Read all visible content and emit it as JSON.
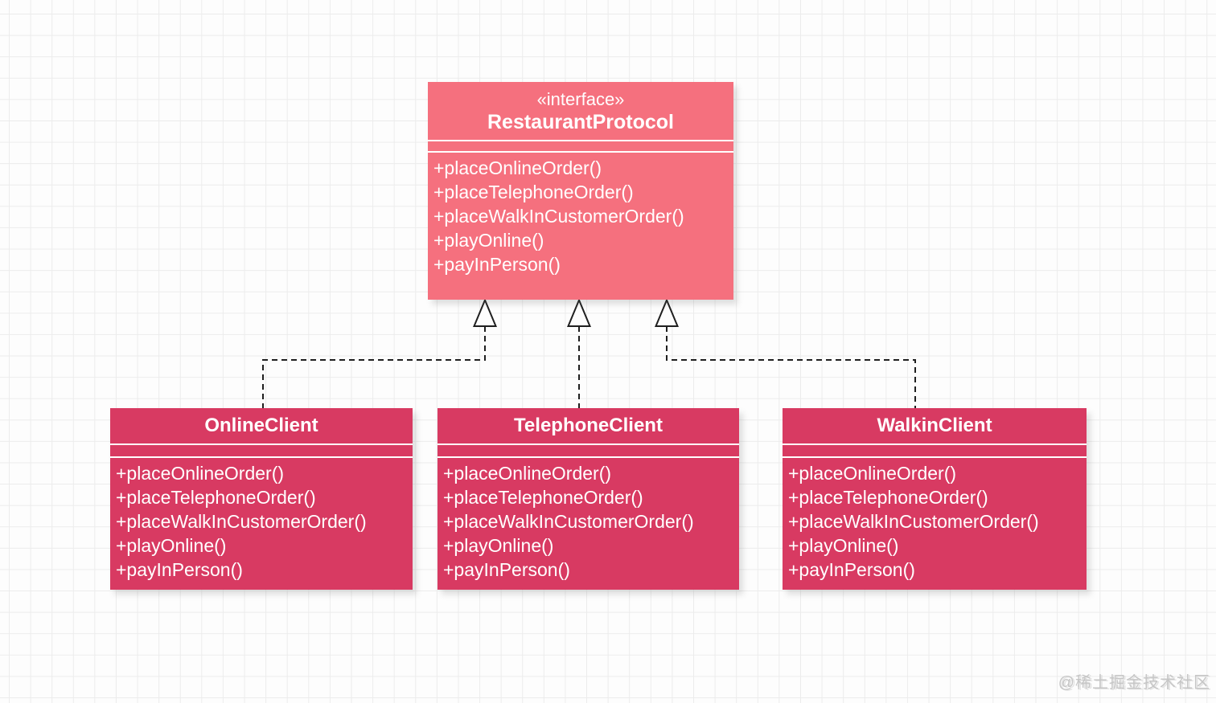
{
  "interface": {
    "stereotype": "«interface»",
    "name": "RestaurantProtocol",
    "methods": [
      "+placeOnlineOrder()",
      "+placeTelephoneOrder()",
      "+placeWalkInCustomerOrder()",
      "+playOnline()",
      "+payInPerson()"
    ]
  },
  "classes": [
    {
      "name": "OnlineClient",
      "methods": [
        "+placeOnlineOrder()",
        "+placeTelephoneOrder()",
        "+placeWalkInCustomerOrder()",
        "+playOnline()",
        "+payInPerson()"
      ]
    },
    {
      "name": "TelephoneClient",
      "methods": [
        "+placeOnlineOrder()",
        "+placeTelephoneOrder()",
        "+placeWalkInCustomerOrder()",
        "+playOnline()",
        "+payInPerson()"
      ]
    },
    {
      "name": "WalkinClient",
      "methods": [
        "+placeOnlineOrder()",
        "+placeTelephoneOrder()",
        "+placeWalkInCustomerOrder()",
        "+playOnline()",
        "+payInPerson()"
      ]
    }
  ],
  "relations": [
    {
      "from": "OnlineClient",
      "to": "RestaurantProtocol",
      "type": "realization"
    },
    {
      "from": "TelephoneClient",
      "to": "RestaurantProtocol",
      "type": "realization"
    },
    {
      "from": "WalkinClient",
      "to": "RestaurantProtocol",
      "type": "realization"
    }
  ],
  "colors": {
    "interface_fill": "#f5707e",
    "class_fill": "#d83a62",
    "text": "#ffffff",
    "connector": "#1f1f1f"
  },
  "watermark": "@稀土掘金技术社区"
}
